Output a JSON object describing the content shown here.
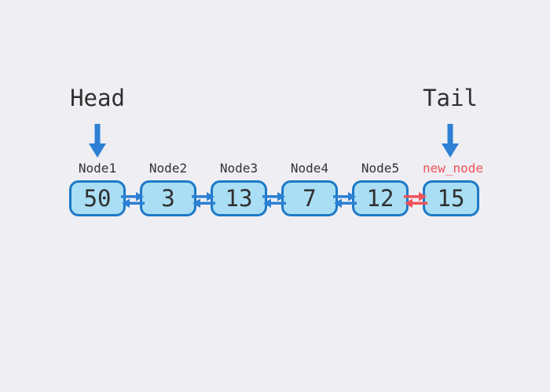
{
  "diagram": {
    "kind": "doubly-linked-list",
    "colors": {
      "background": "#eeeef3",
      "node_fill": "#a9def4",
      "node_border": "#1d79c7",
      "link_blue": "#2d80d4",
      "link_red": "#f2525a",
      "text_dark": "#303030",
      "label_dark": "#333333",
      "new_node_label": "#f2525a"
    },
    "pointers": [
      {
        "label": "Head",
        "points_to": "Node1"
      },
      {
        "label": "Tail",
        "points_to": "new_node"
      }
    ],
    "nodes": [
      {
        "label": "Node1",
        "value": "50"
      },
      {
        "label": "Node2",
        "value": "3"
      },
      {
        "label": "Node3",
        "value": "13"
      },
      {
        "label": "Node4",
        "value": "7"
      },
      {
        "label": "Node5",
        "value": "12"
      },
      {
        "label": "new_node",
        "value": "15",
        "highlighted": true
      }
    ],
    "links": [
      {
        "from": "Node1",
        "to": "Node2",
        "color": "#2d80d4"
      },
      {
        "from": "Node2",
        "to": "Node3",
        "color": "#2d80d4"
      },
      {
        "from": "Node3",
        "to": "Node4",
        "color": "#2d80d4"
      },
      {
        "from": "Node4",
        "to": "Node5",
        "color": "#2d80d4"
      },
      {
        "from": "Node5",
        "to": "new_node",
        "color": "#f2525a"
      }
    ]
  }
}
